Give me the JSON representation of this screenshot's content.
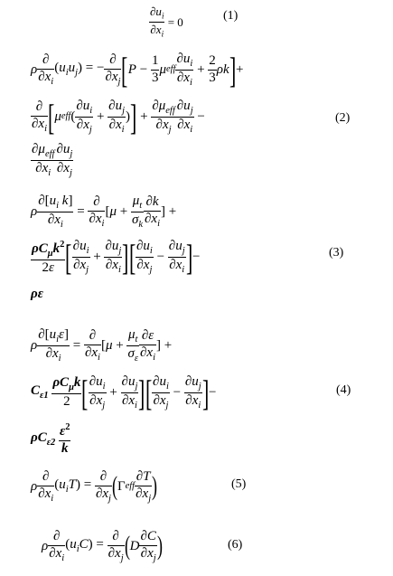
{
  "equations": [
    {
      "number": "(1)"
    },
    {
      "number": "(2)"
    },
    {
      "number": "(3)"
    },
    {
      "number": "(4)"
    },
    {
      "number": "(5)"
    },
    {
      "number": "(6)"
    }
  ]
}
